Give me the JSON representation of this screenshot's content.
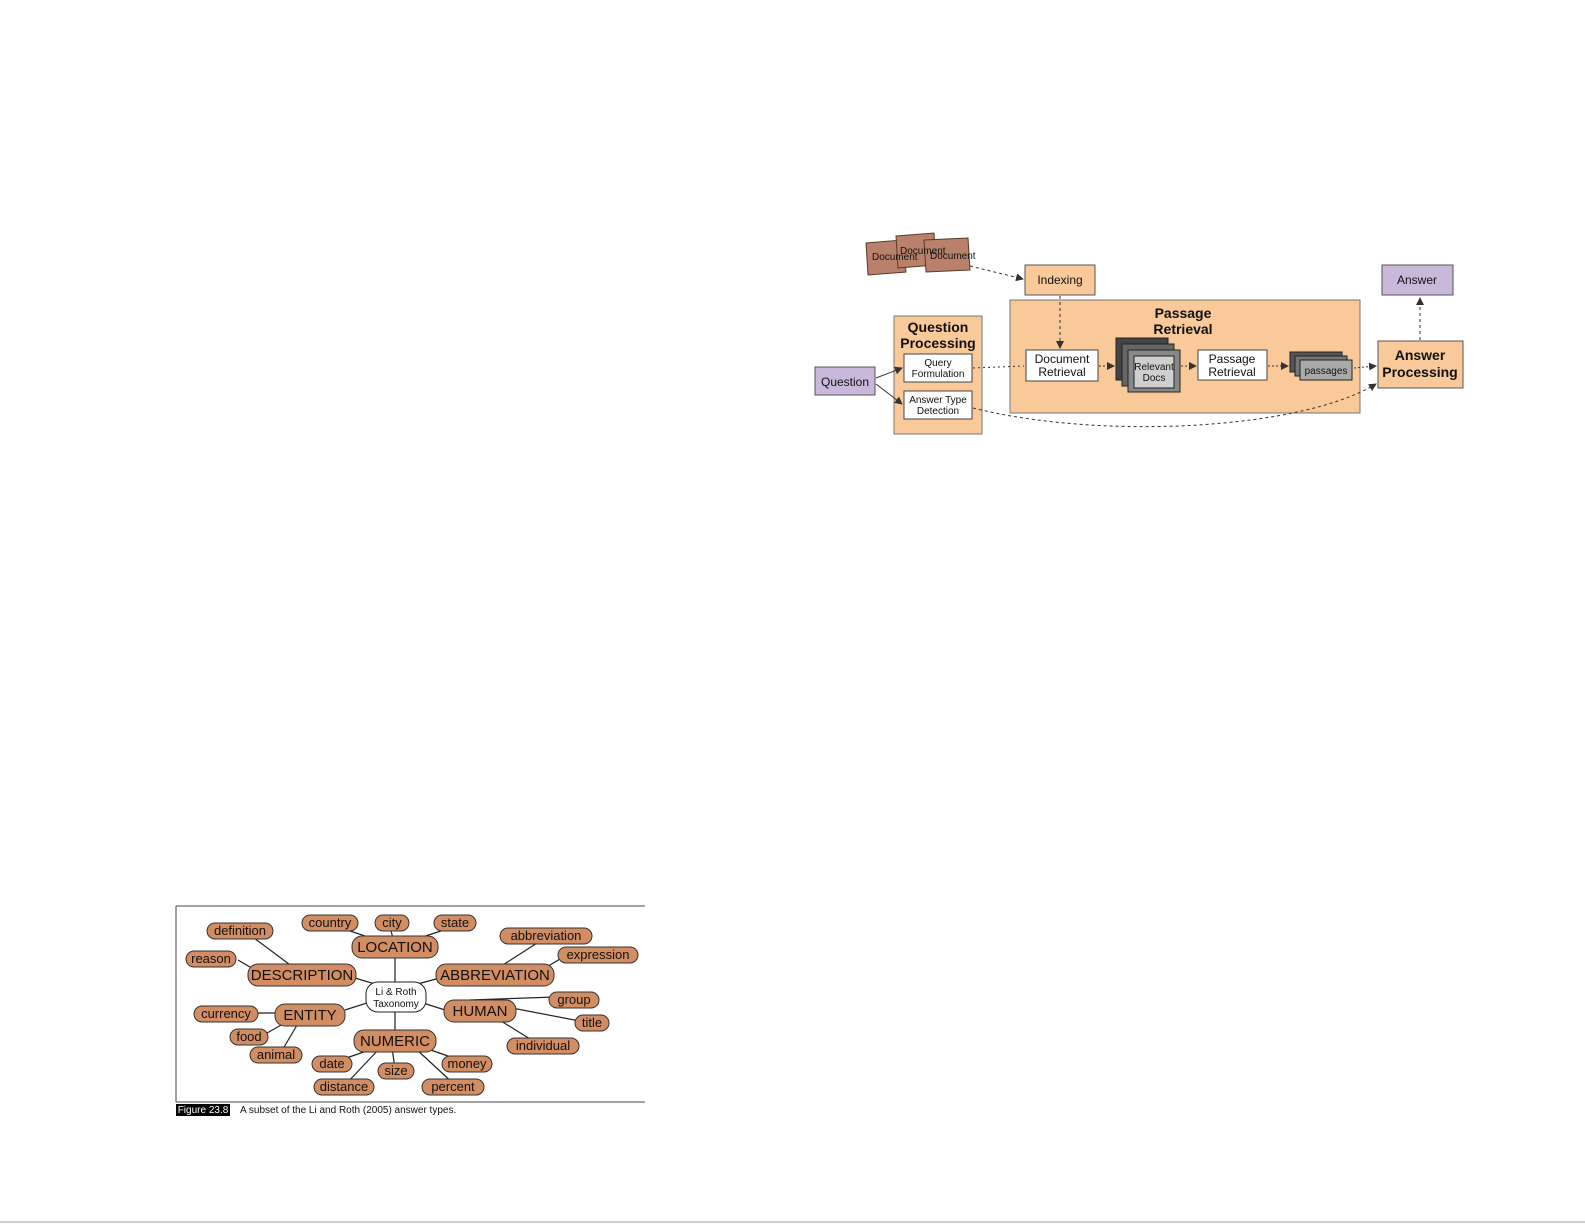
{
  "pipeline": {
    "documents": [
      "Document",
      "Document",
      "Document"
    ],
    "indexing": "Indexing",
    "answer": "Answer",
    "question": "Question",
    "question_processing": [
      "Question",
      "Processing"
    ],
    "query_formulation": [
      "Query",
      "Formulation"
    ],
    "answer_type_detection": [
      "Answer Type",
      "Detection"
    ],
    "passage_retrieval_title": [
      "Passage",
      "Retrieval"
    ],
    "document_retrieval": [
      "Document",
      "Retrieval"
    ],
    "relevant_docs": [
      "Relevant",
      "Docs"
    ],
    "passage_retrieval_box": [
      "Passage",
      "Retrieval"
    ],
    "passages": "passages",
    "answer_processing": [
      "Answer",
      "Processing"
    ]
  },
  "taxonomy": {
    "center": [
      "Li & Roth",
      "Taxonomy"
    ],
    "categories": {
      "location": "LOCATION",
      "description": "DESCRIPTION",
      "abbreviation": "ABBREVIATION",
      "entity": "ENTITY",
      "human": "HUMAN",
      "numeric": "NUMERIC"
    },
    "leaves": {
      "country": "country",
      "city": "city",
      "state": "state",
      "definition": "definition",
      "reason": "reason",
      "abbreviation": "abbreviation",
      "expression": "expression",
      "currency": "currency",
      "food": "food",
      "animal": "animal",
      "group": "group",
      "title": "title",
      "individual": "individual",
      "date": "date",
      "size": "size",
      "money": "money",
      "distance": "distance",
      "percent": "percent"
    },
    "caption_tag": "Figure 23.8",
    "caption_text": "A subset of the Li and Roth (2005) answer types."
  },
  "colors": {
    "orange": "#f9c99a",
    "orange_dark": "#d38d63",
    "doc_brown": "#b9806b",
    "purple": "#c9b8d9",
    "tag": "#000000"
  }
}
